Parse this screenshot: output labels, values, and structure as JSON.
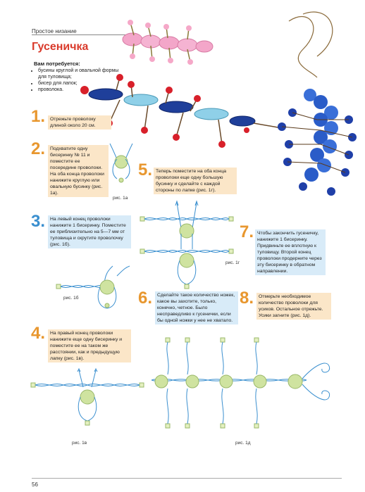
{
  "header": {
    "section": "Простое низание"
  },
  "title": "Гусеничка",
  "materials": {
    "heading": "Вам потребуется:",
    "items": [
      "бусины круглой и овальной формы для туловища;",
      "бисер для лапок;",
      "проволока."
    ]
  },
  "steps": [
    {
      "num": "1.",
      "text": "Отрежьте проволоку длиной около 20 см."
    },
    {
      "num": "2.",
      "text": "Подхватите одну бисеринку № 11 и поместите ее посередине проволоки. На оба конца проволоки нанижите круглую или овальную бусинку (рис. 1а)."
    },
    {
      "num": "3.",
      "text": "На левый конец проволоки нанижите 1 бисеринку. Поместите ее приблизительно на 5—7 мм от туловища и скрутите проволочку (рис. 1б)."
    },
    {
      "num": "4.",
      "text": "На правый конец проволоки нанижите еще одну бисеринку и поместите ее на таком же расстоянии, как и предыдущую лапку (рис. 1в)."
    },
    {
      "num": "5.",
      "text": "Теперь поместите на оба конца проволоки еще одну большую бусинку и сделайте с каждой стороны по лапке (рис. 1г)."
    },
    {
      "num": "6.",
      "text": "Сделайте такое количество ножек, какое вы захотите, только, конечно, четное. Было несправедливо к гусенички, если бы одной ножки у нее не хватало."
    },
    {
      "num": "7.",
      "text": "Чтобы закончить гусеничку, нанижите 1 бисеринку. Придвиньте ее вплотную к туловищу. Второй конец проволоки продерните через эту бисеринку в обратном направлении."
    },
    {
      "num": "8.",
      "text": "Отмерьте необходимое количество проволоки для усиков. Остальное отрежьте. Усики загните (рис. 1д)."
    }
  ],
  "captions": {
    "fig1a": "рис. 1а",
    "fig1b": "рис. 1б",
    "fig1v": "рис. 1в",
    "fig1g": "рис. 1г",
    "fig1d": "рис. 1д"
  },
  "page_number": "56",
  "colors": {
    "title": "#d93a2b",
    "orange_num": "#e8972f",
    "blue_num": "#3a8fcf",
    "orange_box": "#fbe6c8",
    "blue_box": "#d8ebf8",
    "bead_green": "#cfe3a0"
  }
}
